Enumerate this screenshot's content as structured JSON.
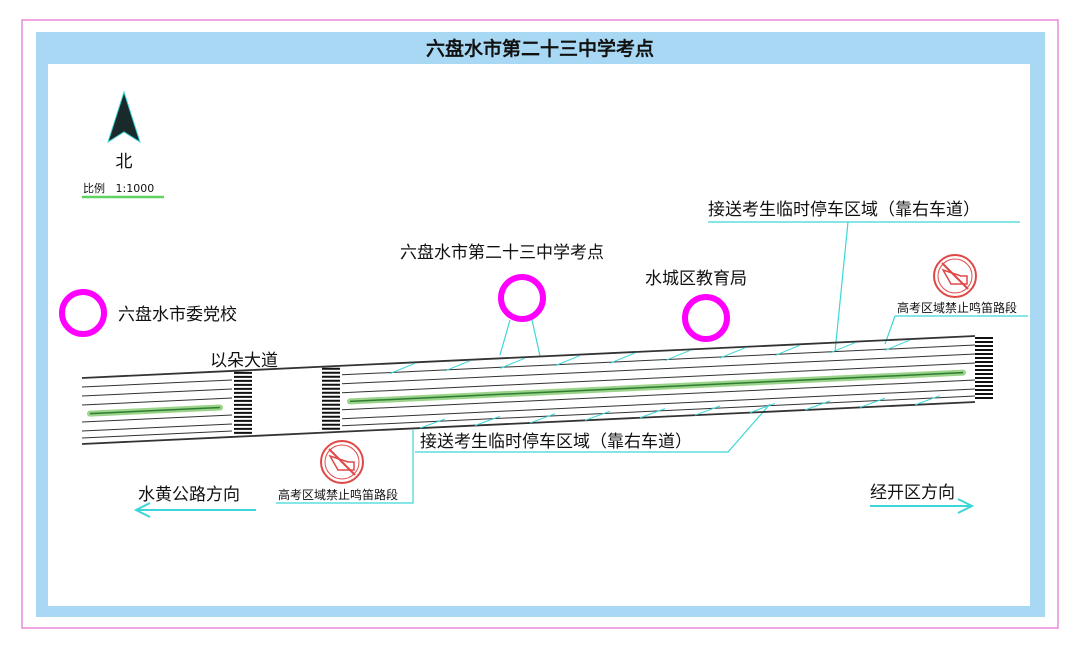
{
  "title": "六盘水市第二十三中学考点",
  "compass": {
    "label": "北",
    "scale": "比例   1:1000"
  },
  "places": [
    {
      "name": "六盘水市委党校"
    },
    {
      "name": "六盘水市第二十三中学考点"
    },
    {
      "name": "水城区教育局"
    }
  ],
  "road_name": "以朵大道",
  "parking_top": "接送考生临时停车区域（靠右车道）",
  "parking_bottom": "接送考生临时停车区域（靠右车道）",
  "no_horn_label": "高考区域禁止鸣笛路段",
  "direction_left": "水黄公路方向",
  "direction_right": "经开区方向",
  "colors": {
    "frame": "#a8d8f4",
    "marker": "#ff00ff",
    "leader": "#3dd6d6",
    "median": "#9bd38a",
    "sign": "#e04848"
  }
}
